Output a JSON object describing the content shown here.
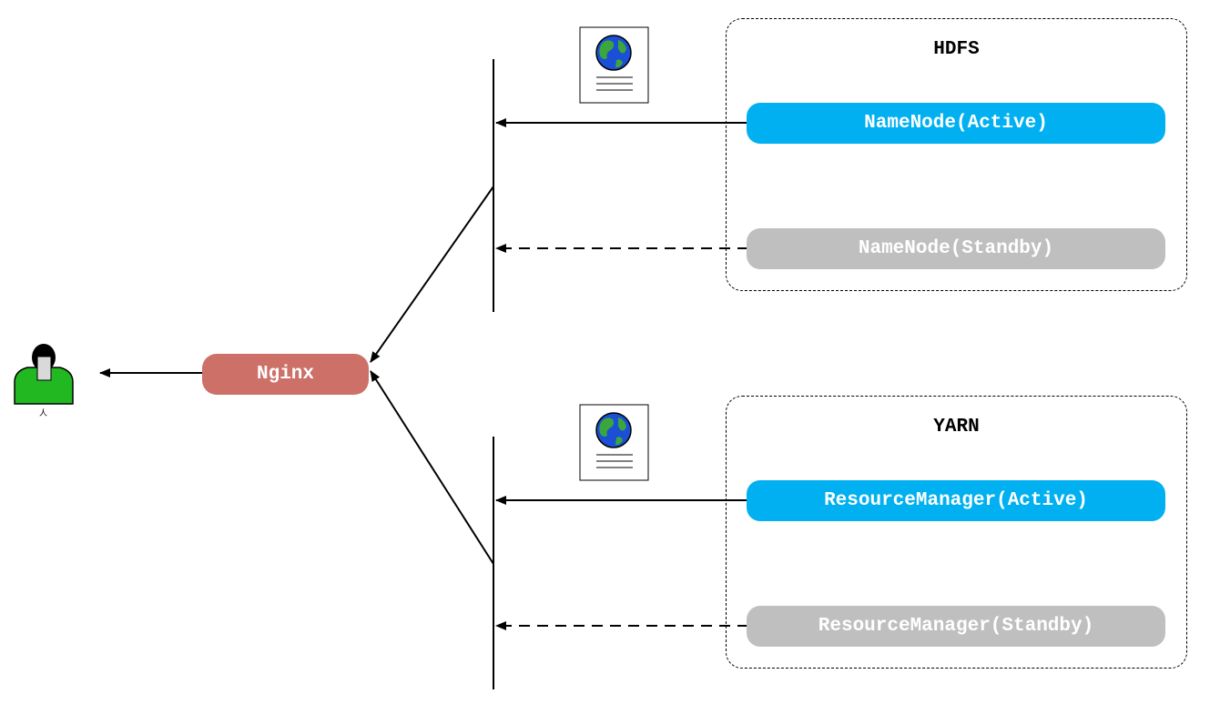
{
  "user": {
    "icon": "person-icon",
    "label": "人"
  },
  "nginx": {
    "label": "Nginx"
  },
  "hdfs": {
    "title": "HDFS",
    "active": "NameNode(Active)",
    "standby": "NameNode(Standby)",
    "icon": "web-page-globe-icon"
  },
  "yarn": {
    "title": "YARN",
    "active": "ResourceManager(Active)",
    "standby": "ResourceManager(Standby)",
    "icon": "web-page-globe-icon"
  },
  "colors": {
    "active": "#00b0f0",
    "standby": "#bfbfbf",
    "nginx": "#cc7068",
    "user_body": "#22b822"
  }
}
